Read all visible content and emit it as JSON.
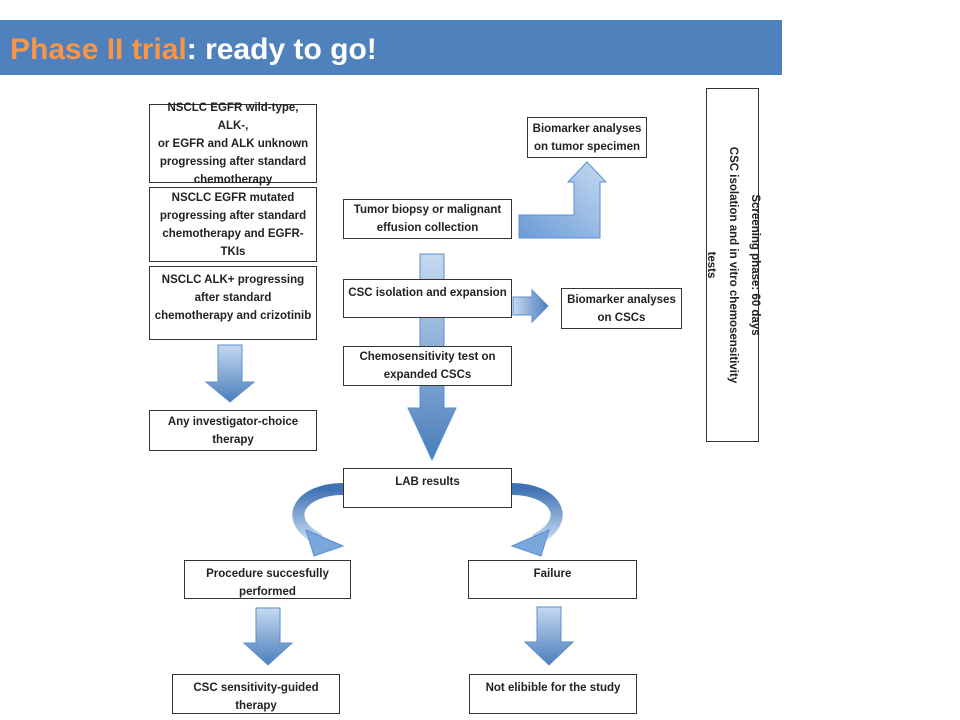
{
  "header": {
    "title_accent": "Phase II trial",
    "title_rest": ": ready to go!"
  },
  "colors": {
    "header_bar": "#4f81bd",
    "title_accent": "#f79646",
    "arrow_light": "#c6d9f1",
    "arrow_dark": "#4a7ebb"
  },
  "flowchart": {
    "boxes": {
      "egfr_wild_type": "NSCLC EGFR wild-type, ALK-,\nor EGFR and ALK unknown\nprogressing after standard\nchemotherapy",
      "egfr_mutated": "NSCLC EGFR mutated\nprogressing after  standard\nchemotherapy and EGFR-\nTKIs",
      "alk_positive": "NSCLC ALK+ progressing\nafter  standard\nchemotherapy and crizotinib",
      "investigator_choice": "Any investigator-choice\ntherapy",
      "tumor_biopsy": "Tumor biopsy or malignant\neffusion collection",
      "biomarker_tumor": "Biomarker analyses\non tumor specimen",
      "csc_isolation": "CSC isolation and expansion",
      "biomarker_cscs": "Biomarker analyses\non CSCs",
      "chemosensitivity_test": "Chemosensitivity test on\nexpanded CSCs",
      "lab_results": "LAB results",
      "procedure_success": "Procedure succesfully\nperformed",
      "failure": "Failure",
      "csc_guided_therapy": "CSC sensitivity-guided\ntherapy",
      "not_eligible": "Not elibible for the study"
    },
    "screening_phase": "Screening phase: 60 days\nCSC isolation and in vitro chemosensitivity tests"
  }
}
